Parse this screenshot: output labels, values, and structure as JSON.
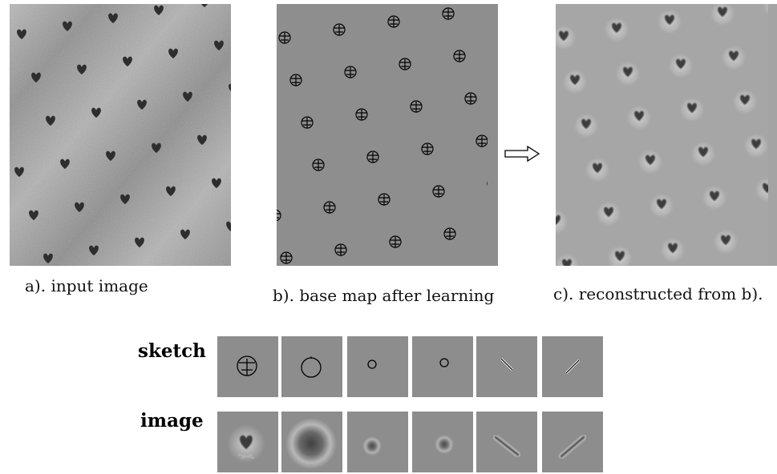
{
  "captions": {
    "a": "a). input image",
    "b": "b). base map after learning",
    "c": "c). reconstructed from b)."
  },
  "rows": {
    "sketch": "sketch",
    "image": "image"
  },
  "icons": {
    "arrow": "hollow-right-arrow-icon"
  },
  "colors": {
    "background": "#ffffff",
    "tile_gray": "#8d8d8d",
    "heart_dark": "#2e2e2e"
  }
}
